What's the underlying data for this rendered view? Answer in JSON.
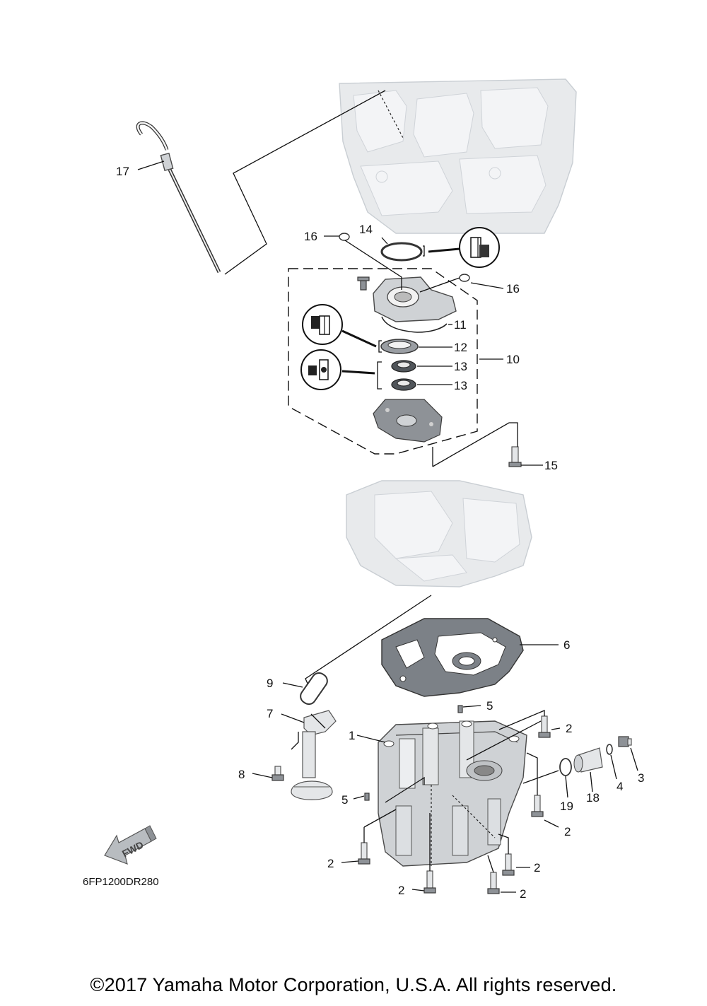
{
  "diagram_code": "6FP1200DR280",
  "fwd_label": "FWD",
  "copyright": "©2017 Yamaha Motor Corporation, U.S.A. All rights reserved.",
  "callouts": {
    "c1": "1",
    "c2a": "2",
    "c2b": "2",
    "c2c": "2",
    "c2d": "2",
    "c2e": "2",
    "c2f": "2",
    "c3": "3",
    "c4": "4",
    "c5a": "5",
    "c5b": "5",
    "c6": "6",
    "c7": "7",
    "c8": "8",
    "c9": "9",
    "c10": "10",
    "c11": "11",
    "c12": "12",
    "c13a": "13",
    "c13b": "13",
    "c14": "14",
    "c15": "15",
    "c16a": "16",
    "c16b": "16",
    "c17": "17",
    "c18": "18",
    "c19": "19"
  },
  "icons": [
    "grease-symbol-icon",
    "oil-symbol-icon",
    "oil-seal-lube-icon",
    "fwd-arrow-icon"
  ]
}
